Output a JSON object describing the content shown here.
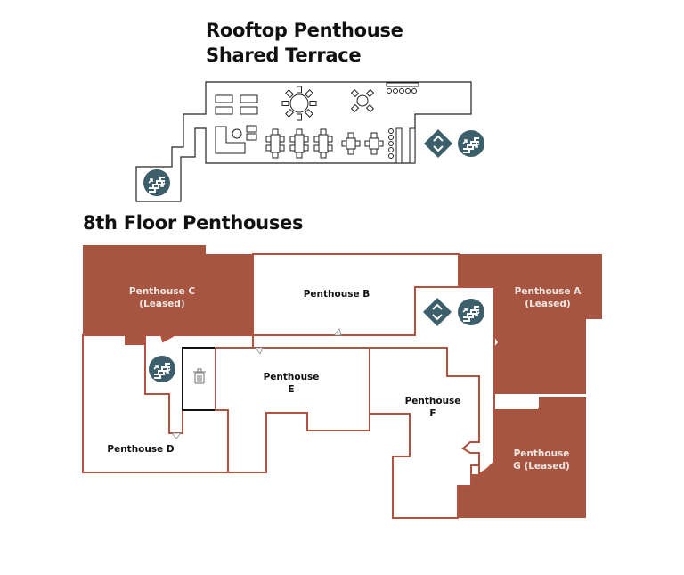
{
  "titles": {
    "rooftop_line1": "Rooftop Penthouse",
    "rooftop_line2": "Shared Terrace",
    "floor": "8th Floor Penthouses"
  },
  "colors": {
    "leased": "#a65540",
    "wall": "#b4523f",
    "roof_wall": "#222222",
    "icon": "#3c5f6b",
    "trash": "#8a8a8a",
    "background": "#ffffff"
  },
  "rooftop": {
    "icons": [
      "stairs-icon",
      "elevator-icon",
      "stairs-icon"
    ],
    "furniture": [
      "lounge-chairs",
      "round-table-8-seats",
      "round-table-4-seats",
      "bar-stools",
      "sectional-sofa",
      "dining-tables",
      "loungers"
    ]
  },
  "units": [
    {
      "id": "C",
      "line1": "Penthouse C",
      "line2": "(Leased)",
      "leased": true
    },
    {
      "id": "B",
      "line1": "Penthouse B",
      "line2": "",
      "leased": false
    },
    {
      "id": "A",
      "line1": "Penthouse A",
      "line2": "(Leased)",
      "leased": true
    },
    {
      "id": "E",
      "line1": "Penthouse",
      "line2": "E",
      "leased": false
    },
    {
      "id": "F",
      "line1": "Penthouse",
      "line2": "F",
      "leased": false
    },
    {
      "id": "D",
      "line1": "Penthouse D",
      "line2": "",
      "leased": false
    },
    {
      "id": "G",
      "line1": "Penthouse",
      "line2": "G (Leased)",
      "leased": true
    }
  ],
  "floor_icons": [
    "elevator-icon",
    "stairs-icon",
    "stairs-icon",
    "trash-icon"
  ]
}
